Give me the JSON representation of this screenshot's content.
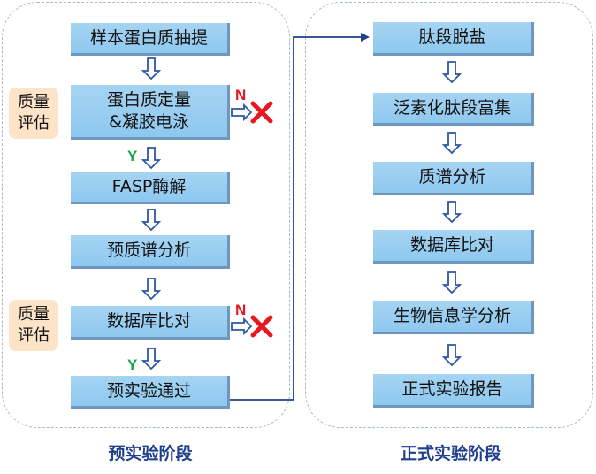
{
  "left_phase": {
    "title": "预实验阶段",
    "steps": [
      "样本蛋白质抽提",
      "蛋白质定量\n&凝胶电泳",
      "FASP酶解",
      "预质谱分析",
      "数据库比对",
      "预实验通过"
    ],
    "quality_check": [
      "质量",
      "评估"
    ],
    "decisions": {
      "yes": "Y",
      "no": "N"
    }
  },
  "right_phase": {
    "title": "正式实验阶段",
    "steps": [
      "肽段脱盐",
      "泛素化肽段富集",
      "质谱分析",
      "数据库比对",
      "生物信息学分析",
      "正式实验报告"
    ]
  },
  "colors": {
    "box_fill": "#9dcff1",
    "arrow_blue": "#2e56a6",
    "connector": "#1f3f8f",
    "qc_fill": "#fde4c8",
    "yes_green": "#1aa34a",
    "no_red": "#e8171f",
    "panel_border": "#a9b9cc"
  },
  "icons": [
    "down-arrow-icon",
    "right-arrow-icon",
    "reject-x-icon"
  ]
}
